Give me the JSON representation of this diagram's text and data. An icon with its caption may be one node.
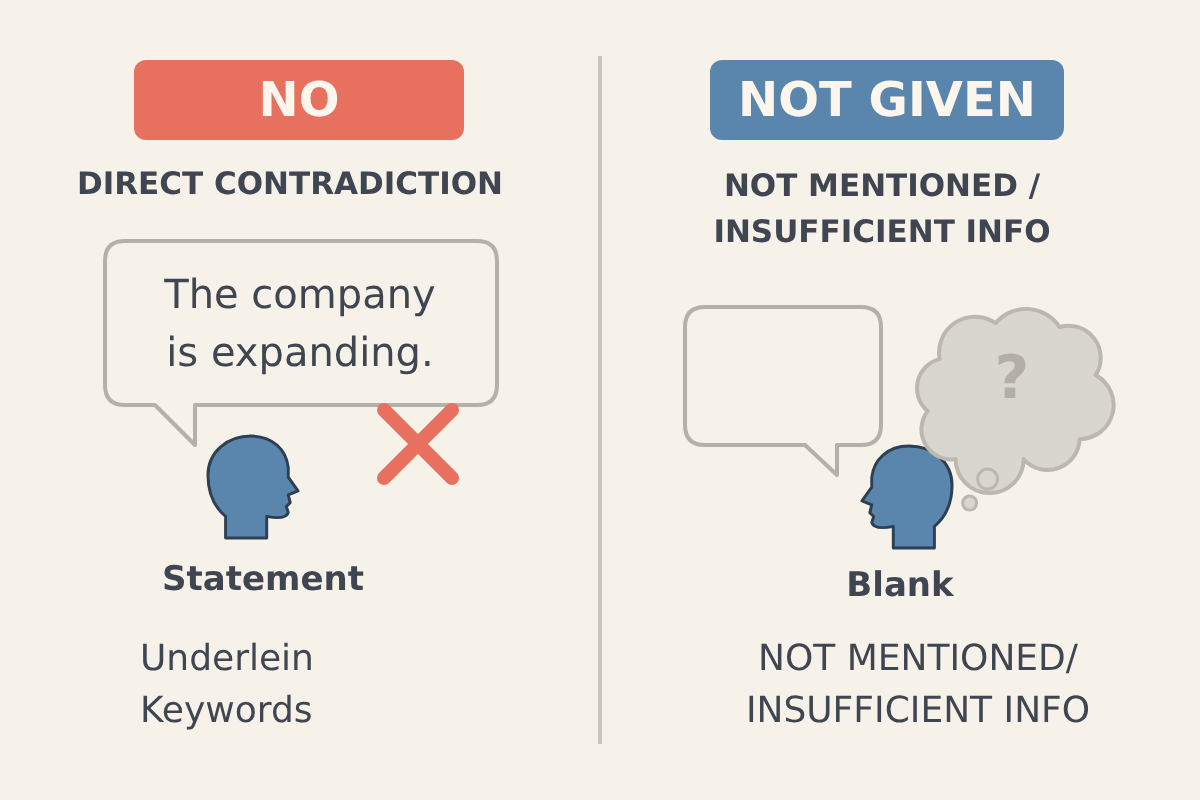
{
  "diagram": {
    "nodes": [
      {
        "text": [
          "NO"
        ]
      },
      {
        "text": [
          "The company is expanding."
        ]
      },
      {
        "text": [
          "NOT GIVEN"
        ]
      },
      {
        "text": [],
        "shape": "bubble"
      },
      {
        "text": [
          "?"
        ]
      }
    ],
    "labels": [
      "DIRECT CONTRADICTION",
      "Statement",
      "Underlein Keywords",
      "NOT MENTIONED / INSUFFICIENT INFO",
      "Blank",
      "NOT MENTIONED/ INSUFFICIENT INFO"
    ]
  }
}
